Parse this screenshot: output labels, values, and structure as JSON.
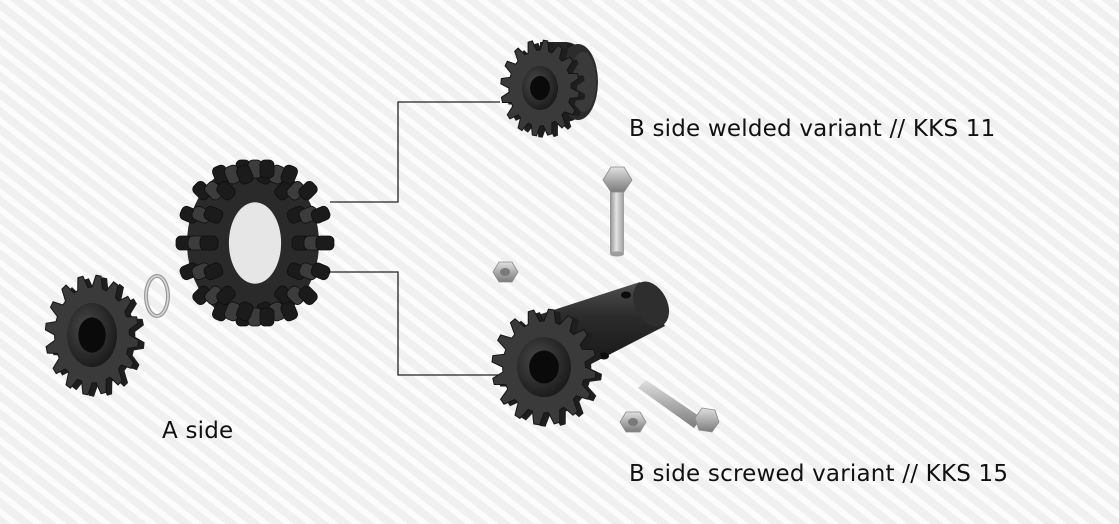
{
  "labels": {
    "a_side": "A side",
    "b_welded": "B side welded variant // KKS 11",
    "b_screwed": "B side screwed variant // KKS 15"
  },
  "colors": {
    "background": "#f2f2f2",
    "stripe": "#ffffff",
    "part_dark": "#1e1e1e",
    "part_mid": "#3a3a3a",
    "part_highlight": "#6a6a6a",
    "steel": "#b8b8b8",
    "line": "#222222",
    "text": "#111111"
  }
}
